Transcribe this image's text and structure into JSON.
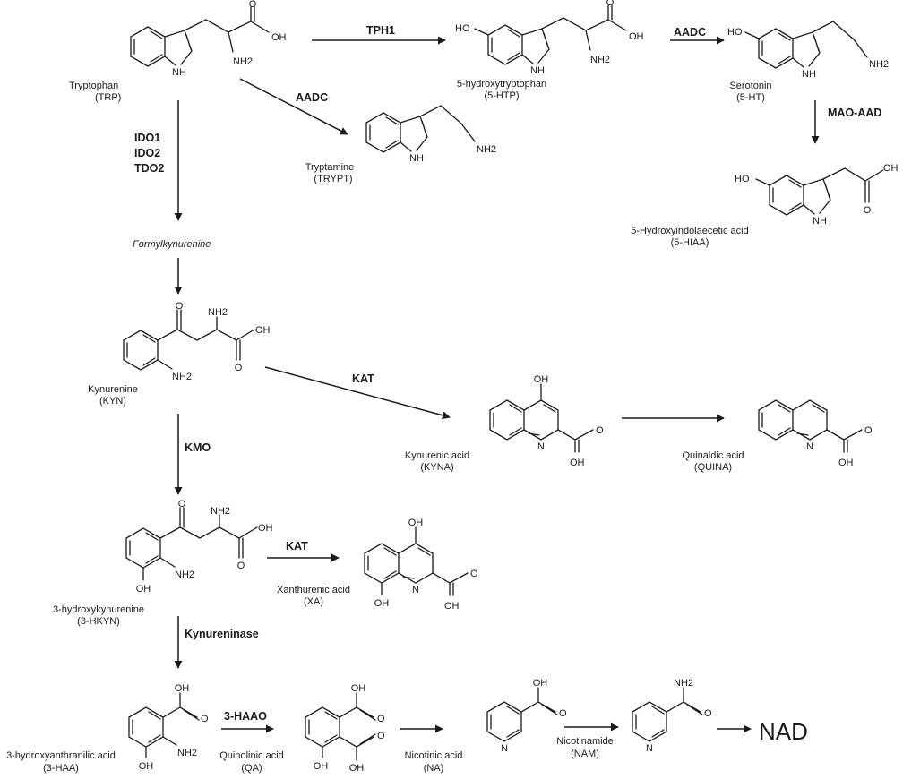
{
  "atoms": {
    "oh": "OH",
    "ho": "HO",
    "nh2": "NH2",
    "nh": "NH",
    "n": "N",
    "o": "O"
  },
  "compounds": [
    {
      "id": "trp",
      "name": "Tryptophan",
      "abbr": "(TRP)"
    },
    {
      "id": "htp",
      "name": "5-hydroxytryptophan",
      "abbr": "(5-HTP)"
    },
    {
      "id": "ht",
      "name": "Serotonin",
      "abbr": "(5-HT)"
    },
    {
      "id": "trypt",
      "name": "Tryptamine",
      "abbr": "(TRYPT)"
    },
    {
      "id": "hiaa",
      "name": "5-Hydroxyindolaecetic acid",
      "abbr": "(5-HIAA)"
    },
    {
      "id": "formyl",
      "name": "Formylkynurenine",
      "abbr": ""
    },
    {
      "id": "kyn",
      "name": "Kynurenine",
      "abbr": "(KYN)"
    },
    {
      "id": "kyna",
      "name": "Kynurenic acid",
      "abbr": "(KYNA)"
    },
    {
      "id": "quina",
      "name": "Quinaldic  acid",
      "abbr": "(QUINA)"
    },
    {
      "id": "hkyn",
      "name": "3-hydroxykynurenine",
      "abbr": "(3-HKYN)"
    },
    {
      "id": "xa",
      "name": "Xanthurenic acid",
      "abbr": "(XA)"
    },
    {
      "id": "haa",
      "name": "3-hydroxyanthranilic acid",
      "abbr": "(3-HAA)"
    },
    {
      "id": "qa",
      "name": "Quinolinic  acid",
      "abbr": "(QA)"
    },
    {
      "id": "na",
      "name": "Nicotinic  acid",
      "abbr": "(NA)"
    },
    {
      "id": "nam",
      "name": "Nicotinamide",
      "abbr": "(NAM)"
    }
  ],
  "enzymes": {
    "tph1": "TPH1",
    "aadc_top": "AADC",
    "aadc_trypt": "AADC",
    "mao": "MAO-AAD",
    "ido1": "IDO1",
    "ido2": "IDO2",
    "tdo2": "TDO2",
    "kat_kyna": "KAT",
    "kmo": "KMO",
    "kat_xa": "KAT",
    "kynureninase": "Kynureninase",
    "haao": "3-HAAO"
  },
  "end_product": "NAD"
}
